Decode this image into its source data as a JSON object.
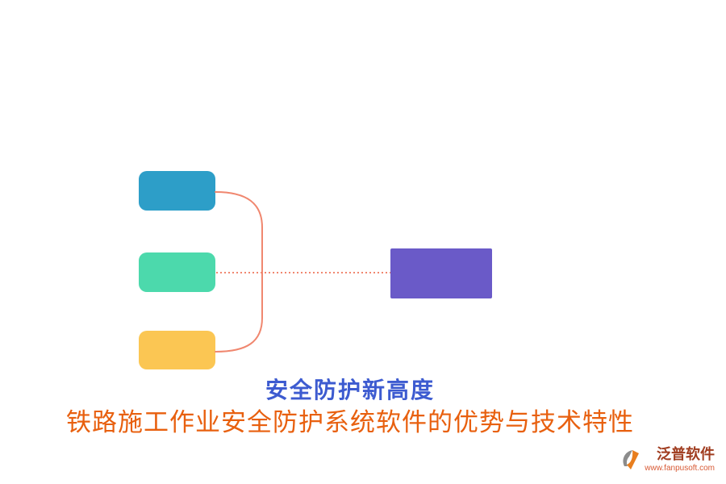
{
  "diagram": {
    "source_boxes": [
      {
        "name": "box-top",
        "color": "#2D9EC8"
      },
      {
        "name": "box-middle",
        "color": "#4CD9AC"
      },
      {
        "name": "box-bottom",
        "color": "#FBC653"
      }
    ],
    "target_box": {
      "color": "#6A5AC8"
    },
    "connector_color": "#F0876F"
  },
  "titles": {
    "heading": "安全防护新高度",
    "heading_color": "#3D5BD0",
    "subheading": "铁路施工作业安全防护系统软件的优势与技术特性",
    "subheading_color": "#E8600F"
  },
  "footer": {
    "brand": "泛普软件",
    "brand_color": "#A03D20",
    "website": "www.fanpusoft.com",
    "website_color": "#D85A35",
    "logo_gray": "#8C8C8C",
    "logo_orange": "#E87E1E"
  }
}
